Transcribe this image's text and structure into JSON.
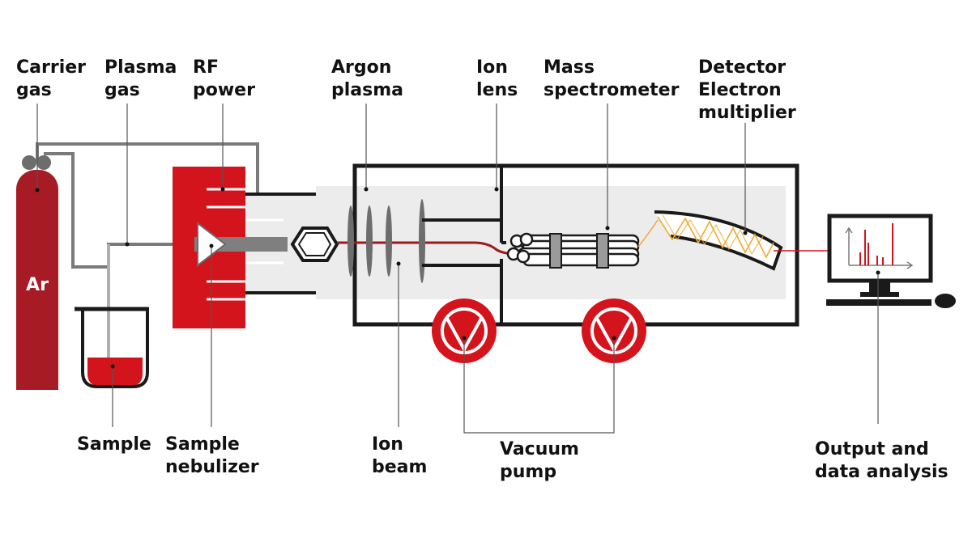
{
  "labels": {
    "carrier_gas": [
      "Carrier",
      "gas"
    ],
    "plasma_gas": [
      "Plasma",
      "gas"
    ],
    "rf_power": [
      "RF",
      "power"
    ],
    "argon_plasma": [
      "Argon",
      "plasma"
    ],
    "ion_lens": [
      "Ion",
      "lens"
    ],
    "mass_spectrometer": [
      "Mass",
      "spectrometer"
    ],
    "detector": [
      "Detector",
      "Electron",
      "multiplier"
    ],
    "sample": [
      "Sample"
    ],
    "sample_nebulizer": [
      "Sample",
      "nebulizer"
    ],
    "ion_beam": [
      "Ion",
      "beam"
    ],
    "vacuum_pump": [
      "Vacuum",
      "pump"
    ],
    "output": [
      "Output and",
      "data analysis"
    ],
    "cylinder": "Ar"
  },
  "colors": {
    "brand_red": "#d4141c",
    "cylinder_red": "#a71b24",
    "dark": "#1a1a1a",
    "gray_line": "#7a7a7a",
    "light_panel": "#ececec",
    "spiral": "#f0a830",
    "beam": "#9b1b1b"
  }
}
